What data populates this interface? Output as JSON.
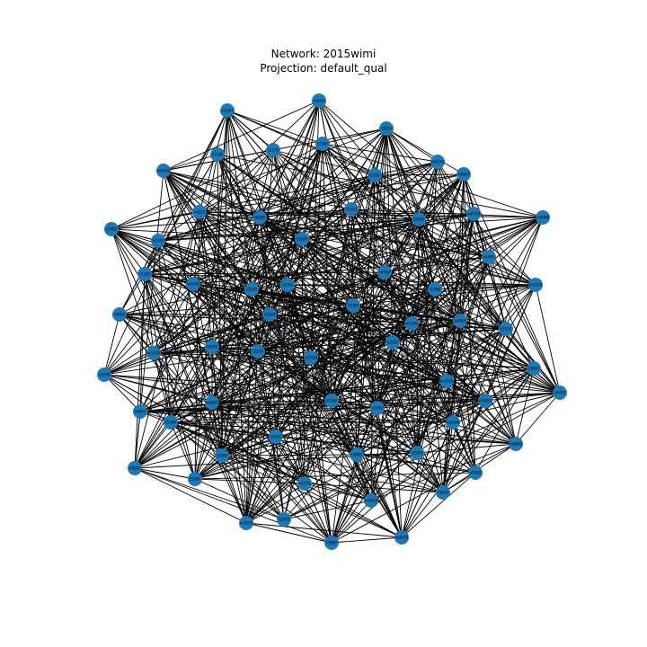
{
  "title": "Network: 2015wimi",
  "subtitle": "Projection: default_qual",
  "colors": {
    "node_fill": "#1f77b4",
    "edge": "#000000",
    "background": "#ffffff"
  },
  "graph": {
    "nodes": [
      {
        "id": "n0",
        "label": "m550"
      },
      {
        "id": "n1",
        "label": "m250"
      },
      {
        "id": "n2",
        "label": "t3220"
      },
      {
        "id": "n3",
        "label": "t1360"
      },
      {
        "id": "n4",
        "label": "t3190"
      },
      {
        "id": "n5",
        "label": "t2170"
      },
      {
        "id": "n6",
        "label": "m2360"
      },
      {
        "id": "n7",
        "label": "t1350"
      },
      {
        "id": "n8",
        "label": "m2150"
      },
      {
        "id": "n9",
        "label": "t4080"
      },
      {
        "id": "n10",
        "label": "t2380"
      },
      {
        "id": "n11",
        "label": "t2470"
      },
      {
        "id": "n12",
        "label": "m210"
      },
      {
        "id": "n13",
        "label": "t4030"
      },
      {
        "id": "n14",
        "label": "t1310"
      },
      {
        "id": "n15",
        "label": "t2260"
      },
      {
        "id": "n16",
        "label": "m4710"
      },
      {
        "id": "n17",
        "label": "m4380"
      },
      {
        "id": "n18",
        "label": "t1180"
      },
      {
        "id": "n19",
        "label": "t3160"
      },
      {
        "id": "n20",
        "label": "t4780"
      },
      {
        "id": "n21",
        "label": "t4460"
      },
      {
        "id": "n22",
        "label": "m1040"
      },
      {
        "id": "n23",
        "label": "t2210"
      },
      {
        "id": "n24",
        "label": "t1060"
      },
      {
        "id": "n25",
        "label": "t1260"
      },
      {
        "id": "n26",
        "label": "m1200"
      },
      {
        "id": "n27",
        "label": "t4060"
      },
      {
        "id": "n28",
        "label": "t3000"
      },
      {
        "id": "n29",
        "label": "t4060"
      },
      {
        "id": "n30",
        "label": "t1720"
      },
      {
        "id": "n31",
        "label": "t3070"
      },
      {
        "id": "n32",
        "label": "m1430"
      },
      {
        "id": "n33",
        "label": "t3230"
      },
      {
        "id": "n34",
        "label": "m3310"
      },
      {
        "id": "n35",
        "label": "t2560"
      },
      {
        "id": "n36",
        "label": "t3370"
      },
      {
        "id": "n37",
        "label": "t1850"
      },
      {
        "id": "n38",
        "label": "t4050"
      },
      {
        "id": "n39",
        "label": "m4910"
      },
      {
        "id": "n40",
        "label": "t4850"
      },
      {
        "id": "n41",
        "label": "t1730"
      },
      {
        "id": "n42",
        "label": "t2300"
      },
      {
        "id": "n43",
        "label": "m1310"
      },
      {
        "id": "n44",
        "label": "m1690"
      },
      {
        "id": "n45",
        "label": "t3430"
      },
      {
        "id": "n46",
        "label": "m3600"
      },
      {
        "id": "n47",
        "label": "t2200"
      },
      {
        "id": "n48",
        "label": "t1880"
      },
      {
        "id": "n49",
        "label": "t3530"
      },
      {
        "id": "n50",
        "label": "t2050"
      },
      {
        "id": "n51",
        "label": "t4000"
      },
      {
        "id": "n52",
        "label": "t1240"
      },
      {
        "id": "n53",
        "label": "t4170"
      },
      {
        "id": "n54",
        "label": "m2060"
      },
      {
        "id": "n55",
        "label": "t3650"
      },
      {
        "id": "n56",
        "label": "m2530"
      },
      {
        "id": "n57",
        "label": "t1370"
      },
      {
        "id": "n58",
        "label": "t3880"
      },
      {
        "id": "n59",
        "label": "m3410"
      },
      {
        "id": "n60",
        "label": "m3500"
      },
      {
        "id": "n61",
        "label": "m1100"
      },
      {
        "id": "n62",
        "label": "t1530"
      },
      {
        "id": "n63",
        "label": "t1560"
      }
    ]
  }
}
